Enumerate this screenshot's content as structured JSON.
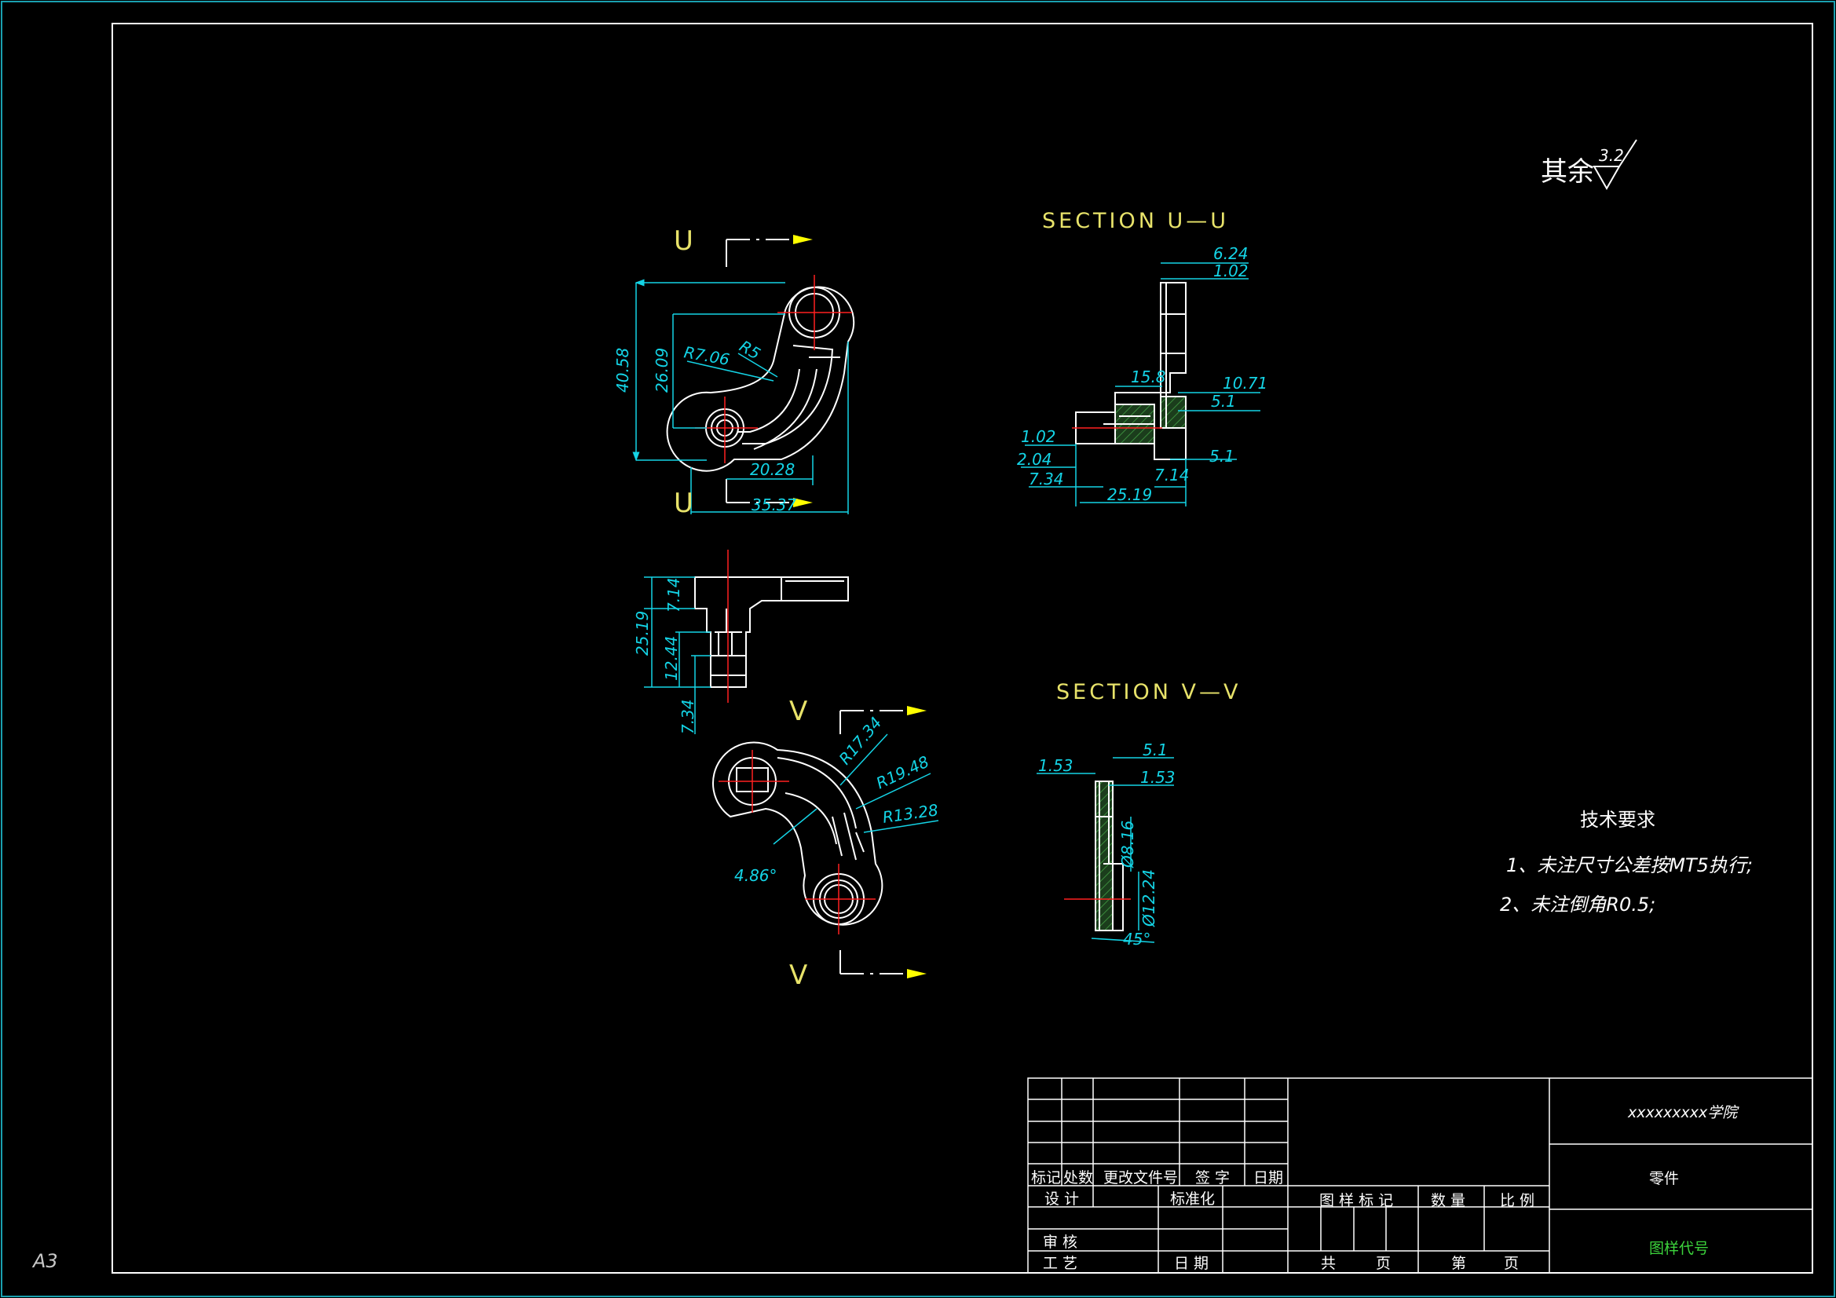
{
  "sheet": {
    "size_label": "A3"
  },
  "colors": {
    "background": "#000000",
    "border": "#ffffff",
    "outer_border": "#1aa0b0",
    "dimension": "#14d4e6",
    "section_label": "#e8e36a",
    "center_line": "#ff2020",
    "hatch": "#2e7d32",
    "green_text": "#3cd33c"
  },
  "surface_finish": {
    "label": "其余",
    "value": "3.2"
  },
  "views": {
    "top": {
      "section_marks": [
        "U",
        "U"
      ],
      "dims": [
        "40.58",
        "26.09",
        "R7.06",
        "R5",
        "20.28",
        "35.37"
      ]
    },
    "side": {
      "dims": [
        "7.14",
        "25.19",
        "12.44",
        "7.34"
      ]
    },
    "bottom": {
      "section_marks": [
        "V",
        "V"
      ],
      "dims": [
        "R17.34",
        "R19.48",
        "R13.28",
        "4.86°"
      ]
    }
  },
  "section_uu": {
    "title": "SECTION U—U",
    "dims": [
      "6.24",
      "1.02",
      "15.8",
      "10.71",
      "5.1",
      "1.02",
      "2.04",
      "7.34",
      "5.1",
      "7.14",
      "25.19"
    ]
  },
  "section_vv": {
    "title": "SECTION V—V",
    "dims": [
      "5.1",
      "1.53",
      "1.53",
      "Ø8.16",
      "Ø12.24",
      "45°"
    ]
  },
  "tech_req": {
    "title": "技术要求",
    "items": [
      "1、未注尺寸公差按MT5执行;",
      "2、未注倒角R0.5;"
    ]
  },
  "title_block": {
    "revision_headers": [
      "标记",
      "处数",
      "更改文件号",
      "签 字",
      "日期"
    ],
    "design": "设 计",
    "standardize": "标准化",
    "review": "审 核",
    "process": "工 艺",
    "date": "日 期",
    "drawing_mark": "图 样 标 记",
    "quantity": "数 量",
    "scale": "比 例",
    "total": "共",
    "sheet_word": "页",
    "nth": "第",
    "school": "xxxxxxxxx学院",
    "part": "零件",
    "drawing_code": "图样代号"
  }
}
